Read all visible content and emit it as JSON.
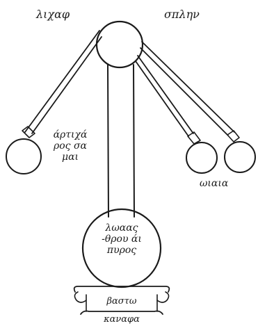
{
  "labels": {
    "top_left": "λιχαφ",
    "top_right": "σπλην",
    "left_group": [
      "άρτιχά",
      "ρος σα",
      "μαι"
    ],
    "right_lower": "ωιαια",
    "center": [
      "λωαας",
      "-θρου άι",
      "πυρος"
    ],
    "base_upper": "βαστω",
    "base_lower": "καναφα"
  }
}
